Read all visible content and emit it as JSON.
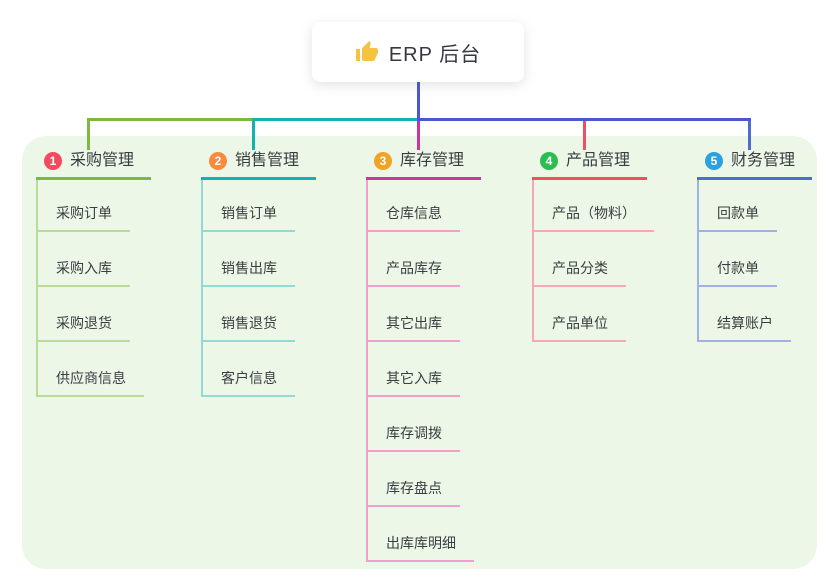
{
  "root": {
    "label": "ERP 后台",
    "icon": "thumbs-up-icon",
    "icon_color": "#f6c244"
  },
  "colors": {
    "page_background": "#ffffff",
    "board_background": "#edf7e7",
    "connector": "#4a58d0",
    "text": "#3a3d42"
  },
  "branches": [
    {
      "index": "1",
      "label": "采购管理",
      "badge_color": "#f5495f",
      "main_color": "#7cb93e",
      "light_color": "#b9dc9a",
      "children": [
        "采购订单",
        "采购入库",
        "采购退货",
        "供应商信息"
      ]
    },
    {
      "index": "2",
      "label": "销售管理",
      "badge_color": "#fb8a3e",
      "main_color": "#12b2b2",
      "light_color": "#93d9d6",
      "children": [
        "销售订单",
        "销售出库",
        "销售退货",
        "客户信息"
      ]
    },
    {
      "index": "3",
      "label": "库存管理",
      "badge_color": "#f0a325",
      "main_color": "#c8389b",
      "light_color": "#f0a0cd",
      "children": [
        "仓库信息",
        "产品库存",
        "其它出库",
        "其它入库",
        "库存调拨",
        "库存盘点",
        "出库库明细"
      ]
    },
    {
      "index": "4",
      "label": "产品管理",
      "badge_color": "#2cbd50",
      "main_color": "#f04e62",
      "light_color": "#f8a8b4",
      "children": [
        "产品（物料）",
        "产品分类",
        "产品单位"
      ]
    },
    {
      "index": "5",
      "label": "财务管理",
      "badge_color": "#2ba2dd",
      "main_color": "#4f6bd0",
      "light_color": "#9fb1e6",
      "children": [
        "回款单",
        "付款单",
        "结算账户"
      ]
    }
  ]
}
